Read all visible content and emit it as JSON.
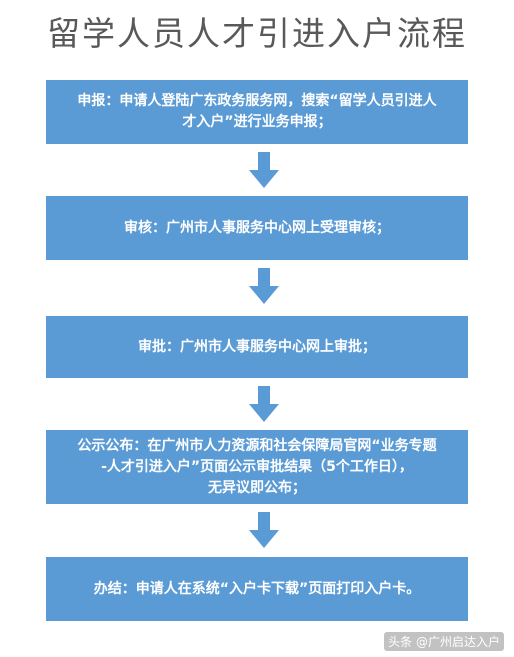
{
  "title": "留学人员人才引进入户流程",
  "colors": {
    "box": "#5b9bd5",
    "arrow": "#5b9bd5",
    "title": "#595959"
  },
  "steps": [
    {
      "lines": [
        "申报：申请人登陆广东政务服务网，搜索“留学人员引进人",
        "才入户”进行业务申报；"
      ]
    },
    {
      "lines": [
        "审核：广州市人事服务中心网上受理审核；"
      ]
    },
    {
      "lines": [
        "审批：广州市人事服务中心网上审批；"
      ]
    },
    {
      "lines": [
        "公示公布：在广州市人力资源和社会保障局官网“业务专题",
        "-人才引进入户”页面公示审批结果（5个工作日），",
        "无异议即公布；"
      ]
    },
    {
      "lines": [
        "办结：申请人在系统“入户卡下载”页面打印入户卡。"
      ]
    }
  ],
  "watermark": "头条 @广州启达入户"
}
